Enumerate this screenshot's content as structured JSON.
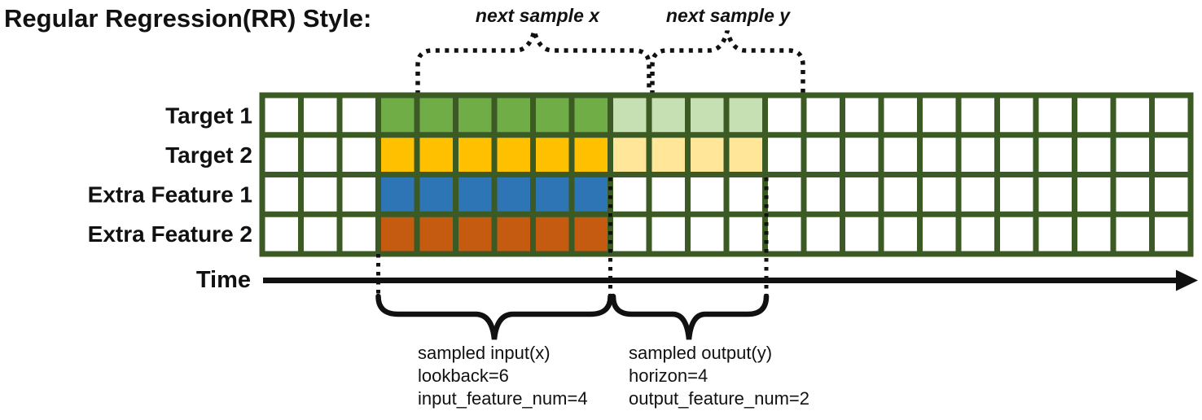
{
  "title": "Regular Regression(RR) Style:",
  "colors": {
    "grid_line": "#3C5A24",
    "cell_empty": "#FFFFFF",
    "text": "#111111"
  },
  "grid": {
    "columns": 24,
    "input_start_col": 3,
    "lookback": 6,
    "horizon": 4,
    "rows": [
      {
        "label": "Target 1",
        "role": "target",
        "input_color": "#70AD47",
        "output_color": "#C6E0B4"
      },
      {
        "label": "Target 2",
        "role": "target",
        "input_color": "#FFC000",
        "output_color": "#FFE699"
      },
      {
        "label": "Extra Feature 1",
        "role": "extra",
        "input_color": "#2E75B6",
        "output_color": null
      },
      {
        "label": "Extra Feature 2",
        "role": "extra",
        "input_color": "#C55A11",
        "output_color": null
      }
    ]
  },
  "axis": {
    "label": "Time"
  },
  "annotations": {
    "next_sample_x": "next sample x",
    "next_sample_y": "next sample y",
    "input": {
      "line1": "sampled input(x)",
      "line2": "lookback=6",
      "line3": "input_feature_num=4"
    },
    "output": {
      "line1": "sampled output(y)",
      "line2": "horizon=4",
      "line3": "output_feature_num=2"
    }
  }
}
